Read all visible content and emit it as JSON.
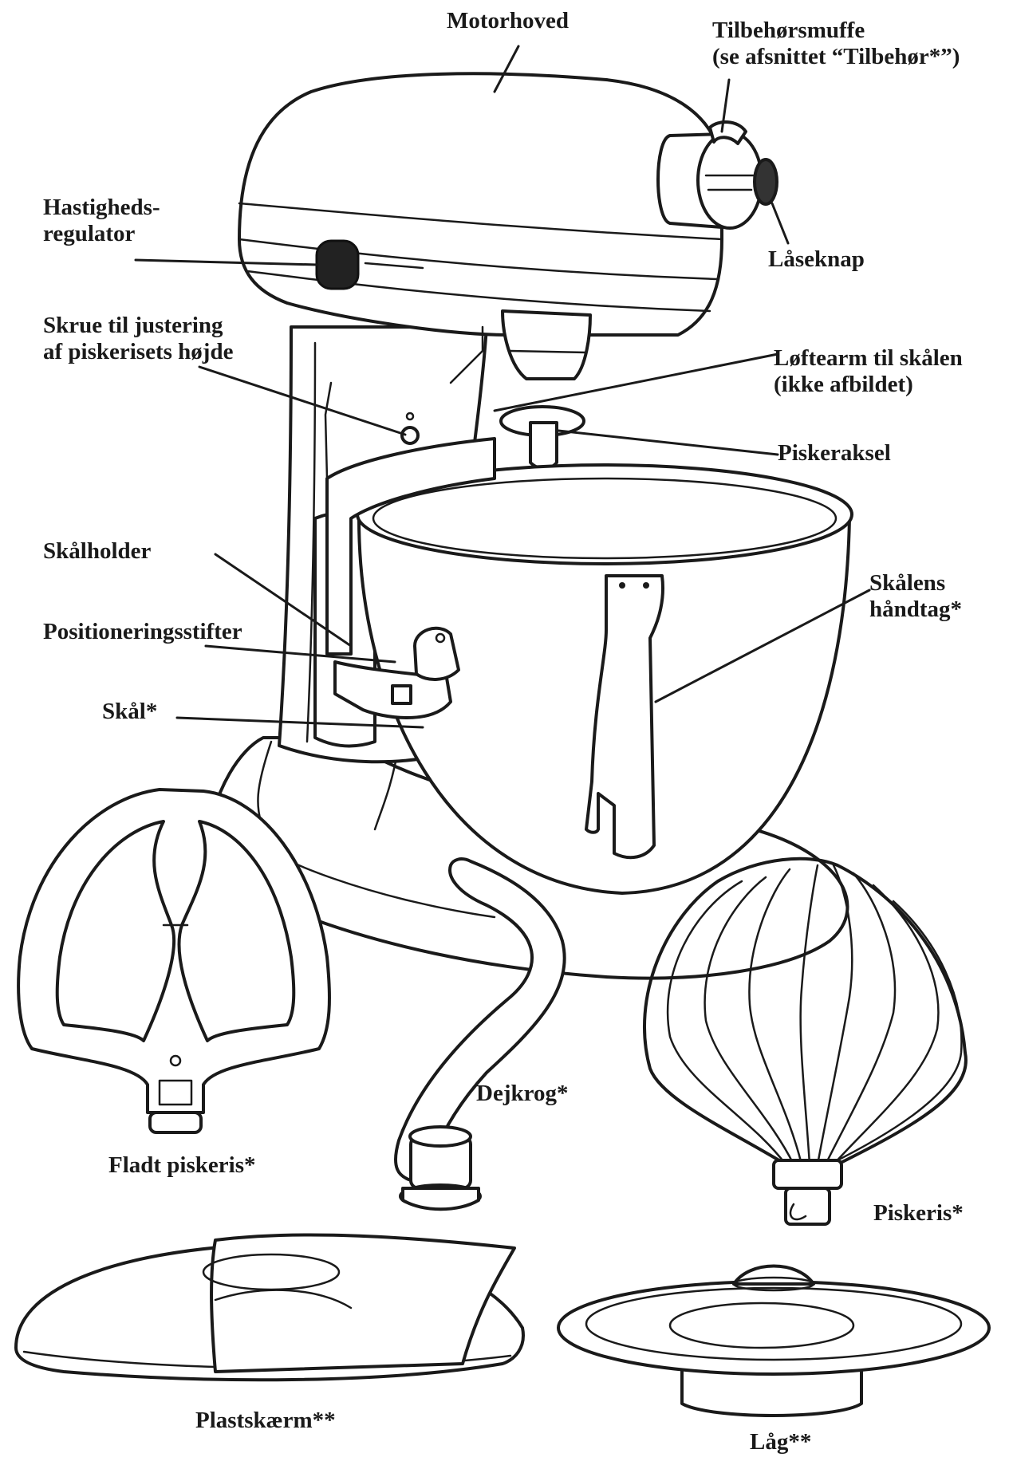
{
  "labels": {
    "motorhoved": "Motorhoved",
    "tilbehorsmuffe_1": "Tilbehørsmuffe",
    "tilbehorsmuffe_2": "(se afsnittet “Tilbehør*”)",
    "hastighed_1": "Hastigheds-",
    "hastighed_2": "regulator",
    "laseknap": "Låseknap",
    "skrue_1": "Skrue til justering",
    "skrue_2": "af piskerisets højde",
    "loftearm_1": "Løftearm til skålen",
    "loftearm_2": "(ikke afbildet)",
    "piskeraksel": "Piskeraksel",
    "skalholder": "Skålholder",
    "skalens_1": "Skålens",
    "skalens_2": "håndtag*",
    "positionering": "Positioneringsstifter",
    "skal": "Skål*",
    "dejkrog": "Dejkrog*",
    "fladt": "Fladt piskeris*",
    "piskeris": "Piskeris*",
    "plastskaerm": "Plastskærm**",
    "lag": "Låg**"
  }
}
